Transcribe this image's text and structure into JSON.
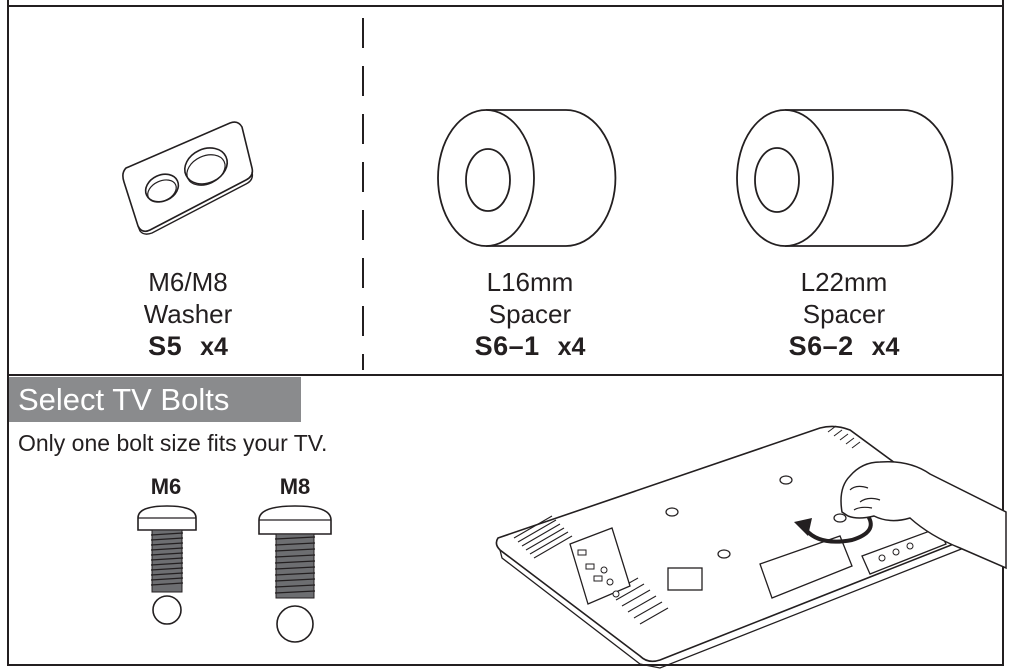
{
  "parts": [
    {
      "name_line1": "M6/M8",
      "name_line2": "Washer",
      "code": "S5",
      "qty": "x4"
    },
    {
      "name_line1": "L16mm",
      "name_line2": "Spacer",
      "code": "S6–1",
      "qty": "x4"
    },
    {
      "name_line1": "L22mm",
      "name_line2": "Spacer",
      "code": "S6–2",
      "qty": "x4"
    }
  ],
  "section": {
    "title": "Select TV Bolts",
    "note": "Only one bolt size fits your TV."
  },
  "bolts": [
    {
      "label": "M6"
    },
    {
      "label": "M8"
    }
  ],
  "colors": {
    "ink": "#231f20",
    "banner": "#8a8b8d"
  }
}
